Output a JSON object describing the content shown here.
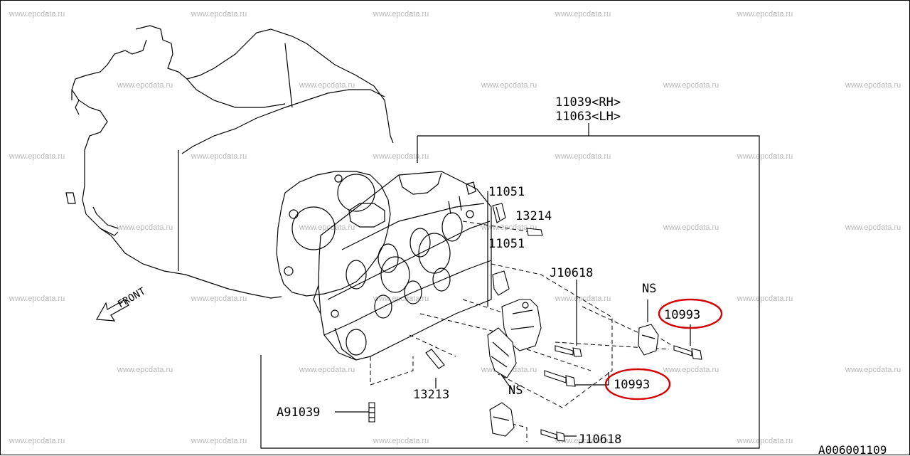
{
  "watermark": "www.epcdata.ru",
  "diagram_id": "A006001109",
  "front_label": "FRONT",
  "callouts": {
    "head_rh": "11039<RH>",
    "head_lh": "11063<LH>",
    "p11051_top": "11051",
    "p13214": "13214",
    "p11051_mid": "11051",
    "pj10618_top": "J10618",
    "ns_right": "NS",
    "p10993_right": "10993",
    "p10993_mid": "10993",
    "ns_mid": "NS",
    "p13213": "13213",
    "pa91039": "A91039",
    "pj10618_bottom": "J10618"
  },
  "highlight_color": "#d40000"
}
